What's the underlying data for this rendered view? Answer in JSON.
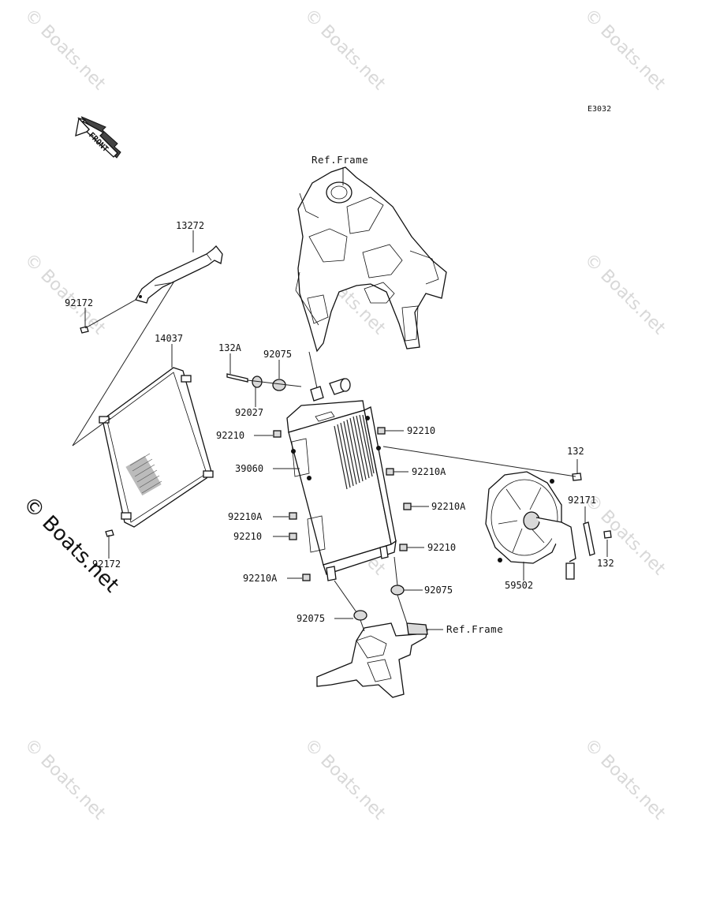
{
  "diagram_code": "E3032",
  "front_arrow_label": "FRONT",
  "watermark": "© Boats.net",
  "labels": {
    "ref_frame_top": "Ref.Frame",
    "ref_frame_bottom": "Ref.Frame",
    "p13272": "13272",
    "p92172_top": "92172",
    "p14037": "14037",
    "p92172_bottom": "92172",
    "p132A": "132A",
    "p92075_top": "92075",
    "p92027": "92027",
    "p92210_left1": "92210",
    "p39060": "39060",
    "p92210A_left1": "92210A",
    "p92210_left2": "92210",
    "p92210A_left2": "92210A",
    "p92210_right1": "92210",
    "p92210A_right1": "92210A",
    "p92210A_right2": "92210A",
    "p92210_right2": "92210",
    "p92075_right": "92075",
    "p92075_left": "92075",
    "p132_top": "132",
    "p92171": "92171",
    "p132_bottom": "132",
    "p59502": "59502"
  }
}
